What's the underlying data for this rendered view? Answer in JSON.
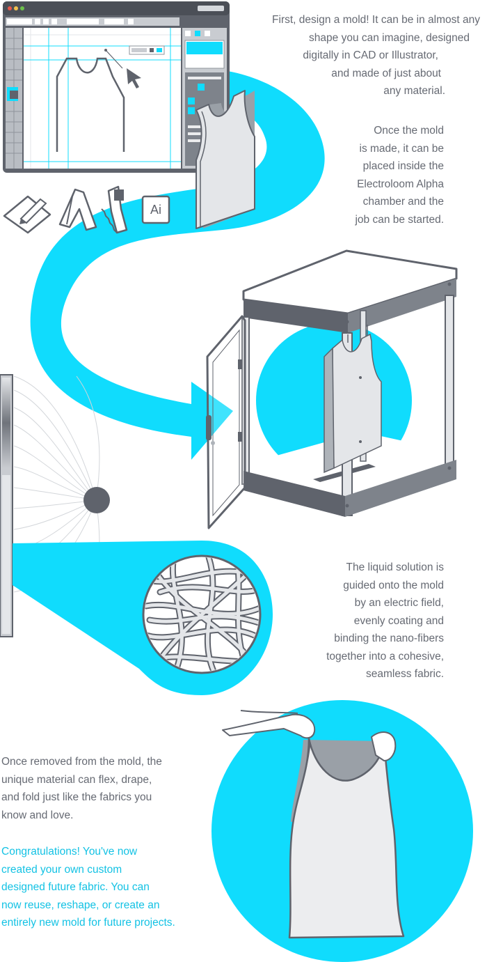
{
  "step1": {
    "lines": [
      "First, design a mold! It can be in almost any",
      "shape you can imagine, designed",
      "digitally in CAD or Illustrator,",
      "and made of just about",
      "any material."
    ]
  },
  "step2": {
    "lines": [
      "Once the mold",
      "is made, it can be",
      "placed inside the",
      "Electroloom Alpha",
      "chamber and the",
      "job can be started."
    ]
  },
  "step3": {
    "lines": [
      "The liquid solution is",
      "guided onto the mold",
      "by an electric field,",
      "evenly coating and",
      "binding the nano-fibers",
      "together into   a cohesive,",
      "seamless fabric."
    ]
  },
  "step4": {
    "lines": [
      "Once removed from the mold, the",
      "unique material can flex, drape,",
      "and fold just like the fabrics you",
      "know and love."
    ]
  },
  "congrats": {
    "lines": [
      "Congratulations! You've now",
      "created your own custom",
      "designed future fabric. You can",
      "now reuse, reshape, or create an",
      "entirely new mold for future projects."
    ]
  },
  "tools": {
    "icons": [
      "pen-on-paper-icon",
      "cad-letter-a-icon",
      "saw-icon",
      "illustrator-icon"
    ],
    "illustrator_label": "Ai"
  },
  "colors": {
    "accent": "#13c2e4",
    "text": "#666a73",
    "frame": "#5f636c"
  }
}
